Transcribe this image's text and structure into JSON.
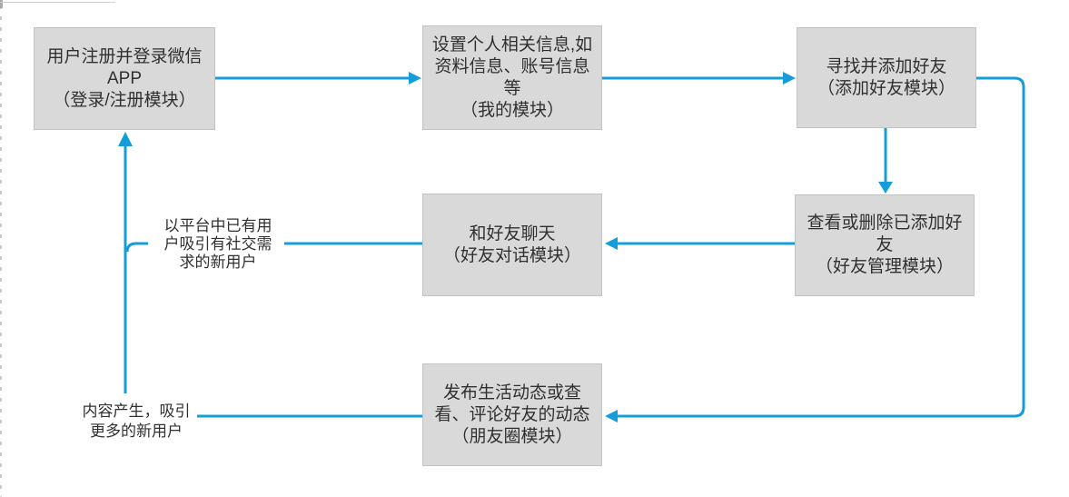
{
  "diagram_title": "WeChat app user flow diagram",
  "colors": {
    "arrow": "#149dd8",
    "box_fill": "#d9d9d9",
    "box_border": "#c3c3c3",
    "text": "#303030",
    "background": "#ffffff",
    "edge_tick": "#c9c9c9"
  },
  "nodes": [
    {
      "id": "login",
      "lines": [
        "用户注册并登录微信",
        "APP",
        "（登录/注册模块）"
      ]
    },
    {
      "id": "profile",
      "lines": [
        "设置个人相关信息,如",
        "资料信息、账号信息",
        "等",
        "（我的模块）"
      ]
    },
    {
      "id": "addfriend",
      "lines": [
        "寻找并添加好友",
        "（添加好友模块）"
      ]
    },
    {
      "id": "manage",
      "lines": [
        "查看或删除已添加好",
        "友",
        "（好友管理模块）"
      ]
    },
    {
      "id": "chat",
      "lines": [
        "和好友聊天",
        "（好友对话模块）"
      ]
    },
    {
      "id": "moments",
      "lines": [
        "发布生活动态或查",
        "看、评论好友的动态",
        "（朋友圈模块）"
      ]
    }
  ],
  "labels": [
    {
      "id": "attract",
      "lines": [
        "以平台中已有用",
        "户吸引有社交需",
        "求的新用户"
      ]
    },
    {
      "id": "content",
      "lines": [
        "内容产生，吸引",
        "更多的新用户"
      ]
    }
  ],
  "edges": [
    {
      "from": "login",
      "to": "profile",
      "style": "straight-right-arrow"
    },
    {
      "from": "profile",
      "to": "addfriend",
      "style": "straight-right-arrow"
    },
    {
      "from": "addfriend",
      "to": "manage",
      "style": "straight-down-arrow"
    },
    {
      "from": "manage",
      "to": "chat",
      "style": "straight-left-arrow"
    },
    {
      "from": "chat",
      "to": "login",
      "style": "left-then-up-arrow",
      "label": "attract"
    },
    {
      "from": "addfriend",
      "to": "moments",
      "style": "right-down-left-arrow"
    },
    {
      "from": "moments",
      "to": "login",
      "style": "left-then-up-arrow",
      "label": "content"
    }
  ]
}
